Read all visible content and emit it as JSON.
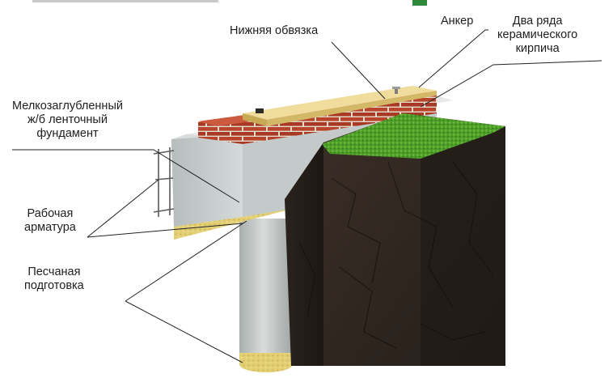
{
  "labels": {
    "bottom_strapping": "Нижняя обвязка",
    "anchor": "Анкер",
    "brick_rows": [
      "Два ряда",
      "керамического",
      "кирпича"
    ],
    "shallow_foundation": [
      "Мелкозаглубленный",
      "ж/б ленточный",
      "фундамент"
    ],
    "rebar": [
      "Рабочая",
      "арматура"
    ],
    "sand_bed": [
      "Песчаная",
      "подготовка"
    ]
  },
  "colors": {
    "concrete": "#c9cfcf",
    "brick": "#b8442c",
    "mortar": "#e3dccd",
    "timber": "#e8d08a",
    "sand": "#e3cf73",
    "soil": "#2e2620",
    "grass": "#4f9e2a",
    "leader_line": "#222222",
    "top_accent": "#2f8a3c"
  }
}
